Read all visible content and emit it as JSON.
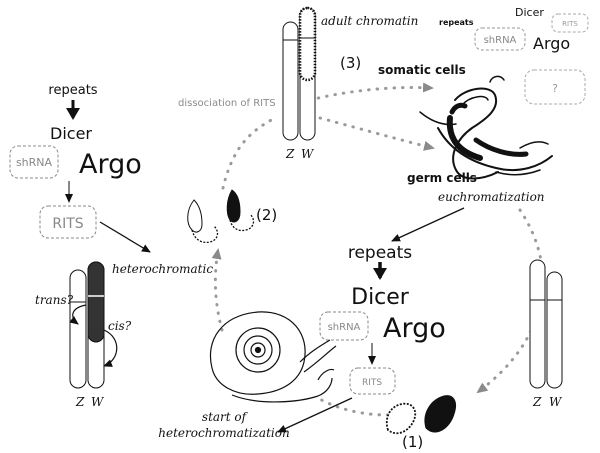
{
  "left_pathway": {
    "repeats": "repeats",
    "dicer": "Dicer",
    "shrna": "shRNA",
    "argo": "Argo",
    "rits": "RITS",
    "heterochromatic": "heterochromatic",
    "trans": "trans?",
    "cis": "cis?",
    "z": "Z",
    "w": "W"
  },
  "top_center": {
    "adult_chromatin": "adult chromatin",
    "step3": "(3)",
    "dissociation": "dissociation of RITS",
    "z": "Z",
    "w": "W"
  },
  "top_right": {
    "dicer": "Dicer",
    "repeats": "repeats",
    "shrna": "shRNA",
    "rits": "RITS",
    "argo": "Argo",
    "question": "?"
  },
  "cells": {
    "somatic": "somatic cells",
    "germ": "germ cells",
    "euchromatization": "euchromatization"
  },
  "middle_left": {
    "step2": "(2)"
  },
  "center_pathway": {
    "repeats": "repeats",
    "dicer": "Dicer",
    "shrna": "shRNA",
    "argo": "Argo",
    "rits": "RITS"
  },
  "bottom": {
    "start_line1": "start of",
    "start_line2": "heterochromatization",
    "step1": "(1)"
  },
  "right_pair": {
    "z": "Z",
    "w": "W"
  }
}
